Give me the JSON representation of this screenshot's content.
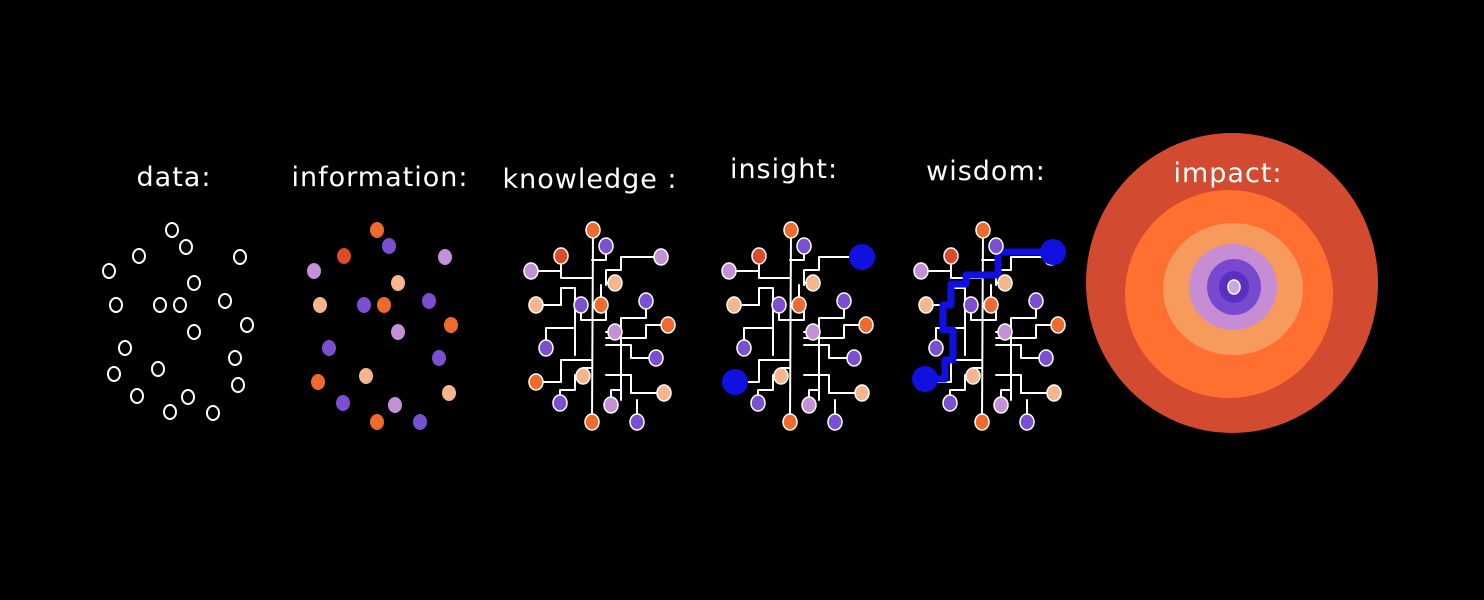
{
  "panels": [
    {
      "key": "data",
      "label": "data:"
    },
    {
      "key": "information",
      "label": "information:"
    },
    {
      "key": "knowledge",
      "label": "knowledge :"
    },
    {
      "key": "insight",
      "label": "insight:"
    },
    {
      "key": "wisdom",
      "label": "wisdom:"
    },
    {
      "key": "impact",
      "label": "impact:"
    }
  ],
  "colors": {
    "background": "#000000",
    "line": "#ffffff",
    "orange": "#f06a2e",
    "peach": "#f7b58c",
    "lavender": "#c490d8",
    "purple": "#7a4fd0",
    "red": "#dd4a2a",
    "highlight_blue": "#1010e0",
    "impact_rings": [
      "#d24a2f",
      "#ff6f2f",
      "#f79a5e",
      "#c68cd4",
      "#7848cf",
      "#5a2fc2",
      "#c8a8e8"
    ]
  }
}
